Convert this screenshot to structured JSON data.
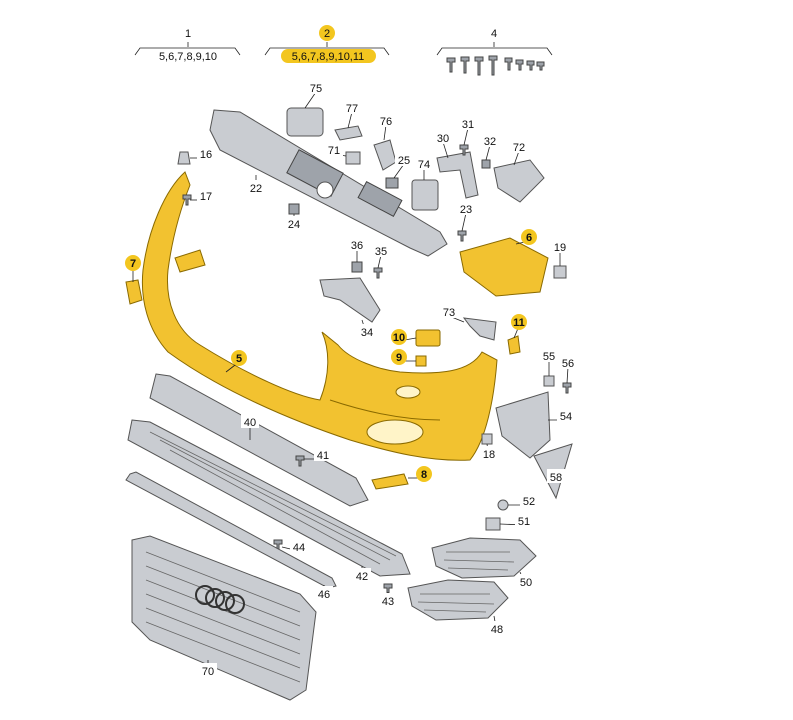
{
  "groups": [
    {
      "id": "1",
      "items": "5,6,7,8,9,10",
      "highlight": false
    },
    {
      "id": "2",
      "items": "5,6,7,8,9,10,11",
      "highlight": true
    },
    {
      "id": "4",
      "items": "",
      "highlight": false
    }
  ],
  "callouts": [
    {
      "id": "75",
      "highlight": false
    },
    {
      "id": "77",
      "highlight": false
    },
    {
      "id": "76",
      "highlight": false
    },
    {
      "id": "71",
      "highlight": false
    },
    {
      "id": "25",
      "highlight": false
    },
    {
      "id": "74",
      "highlight": false
    },
    {
      "id": "30",
      "highlight": false
    },
    {
      "id": "31",
      "highlight": false
    },
    {
      "id": "32",
      "highlight": false
    },
    {
      "id": "72",
      "highlight": false
    },
    {
      "id": "16",
      "highlight": false
    },
    {
      "id": "17",
      "highlight": false
    },
    {
      "id": "22",
      "highlight": false
    },
    {
      "id": "24",
      "highlight": false
    },
    {
      "id": "23",
      "highlight": false
    },
    {
      "id": "6",
      "highlight": true
    },
    {
      "id": "19",
      "highlight": false
    },
    {
      "id": "36",
      "highlight": false
    },
    {
      "id": "35",
      "highlight": false
    },
    {
      "id": "7",
      "highlight": true
    },
    {
      "id": "34",
      "highlight": false
    },
    {
      "id": "73",
      "highlight": false
    },
    {
      "id": "11",
      "highlight": true
    },
    {
      "id": "10",
      "highlight": true
    },
    {
      "id": "5",
      "highlight": true
    },
    {
      "id": "9",
      "highlight": true
    },
    {
      "id": "55",
      "highlight": false
    },
    {
      "id": "56",
      "highlight": false
    },
    {
      "id": "54",
      "highlight": false
    },
    {
      "id": "40",
      "highlight": false
    },
    {
      "id": "41",
      "highlight": false
    },
    {
      "id": "18",
      "highlight": false
    },
    {
      "id": "8",
      "highlight": true
    },
    {
      "id": "58",
      "highlight": false
    },
    {
      "id": "52",
      "highlight": false
    },
    {
      "id": "51",
      "highlight": false
    },
    {
      "id": "44",
      "highlight": false
    },
    {
      "id": "42",
      "highlight": false
    },
    {
      "id": "50",
      "highlight": false
    },
    {
      "id": "46",
      "highlight": false
    },
    {
      "id": "43",
      "highlight": false
    },
    {
      "id": "48",
      "highlight": false
    },
    {
      "id": "70",
      "highlight": false
    }
  ],
  "colors": {
    "highlight": "#f3c61f",
    "bumper": "#f2c230",
    "part": "#c9ccd1",
    "part_dark": "#9ea3aa"
  }
}
